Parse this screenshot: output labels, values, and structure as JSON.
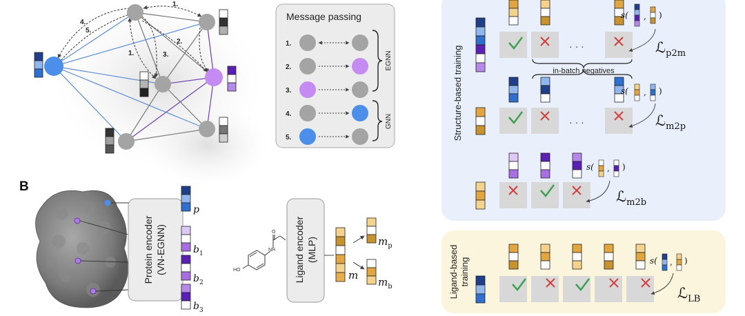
{
  "message_passing": {
    "title": "Message passing",
    "steps": [
      {
        "num": "1.",
        "left_color": "#a4a4a4",
        "right_color": "#a4a4a4",
        "arrow": "both"
      },
      {
        "num": "2.",
        "left_color": "#a4a4a4",
        "right_color": "#c48cf2",
        "arrow": "right"
      },
      {
        "num": "3.",
        "left_color": "#c48cf2",
        "right_color": "#a4a4a4",
        "arrow": "right"
      },
      {
        "num": "4.",
        "left_color": "#a4a4a4",
        "right_color": "#4b8fea",
        "arrow": "right"
      },
      {
        "num": "5.",
        "left_color": "#4b8fea",
        "right_color": "#a4a4a4",
        "arrow": "right"
      }
    ],
    "egnn_label": "EGNN",
    "gnn_label": "GNN"
  },
  "graph": {
    "edge_labels": [
      "1.",
      "1.",
      "2.",
      "3.",
      "4.",
      "5."
    ]
  },
  "panel_b": {
    "label": "B",
    "protein_encoder": "Protein encoder\n(VN-EGNN)",
    "ligand_encoder": "Ligand encoder\n(MLP)",
    "p_label": "p",
    "b_labels": [
      "b",
      "b",
      "b"
    ],
    "b_subs": [
      "1",
      "2",
      "3"
    ],
    "m_label": "m",
    "mp_label": "m",
    "mp_sub": "p",
    "mb_label": "m",
    "mb_sub": "b",
    "molecule_ho": "HO",
    "molecule_nh": "NH",
    "molecule_o": "O"
  },
  "structure_training": {
    "title": "Structure-based training",
    "in_batch_negatives": "in-batch negatives",
    "dots": "· · ·",
    "loss_p2m": {
      "L": "ℒ",
      "sub": "p2m"
    },
    "loss_m2p": {
      "L": "ℒ",
      "sub": "m2p"
    },
    "loss_m2b": {
      "L": "ℒ",
      "sub": "m2b"
    },
    "sim_label": "s(",
    "sim_comma": ",",
    "sim_close": ")"
  },
  "ligand_training": {
    "title": "Ligand-based\ntraining",
    "loss_lb": {
      "L": "ℒ",
      "sub": "LB"
    }
  },
  "colors": {
    "blue_panel": "#eaf0fb",
    "yellow_panel": "#fbf5de",
    "check": "#3ea055",
    "cross": "#d23d3d",
    "node_gray": "#a4a4a4",
    "node_purple": "#c48cf2",
    "node_blue": "#4b8fea"
  }
}
